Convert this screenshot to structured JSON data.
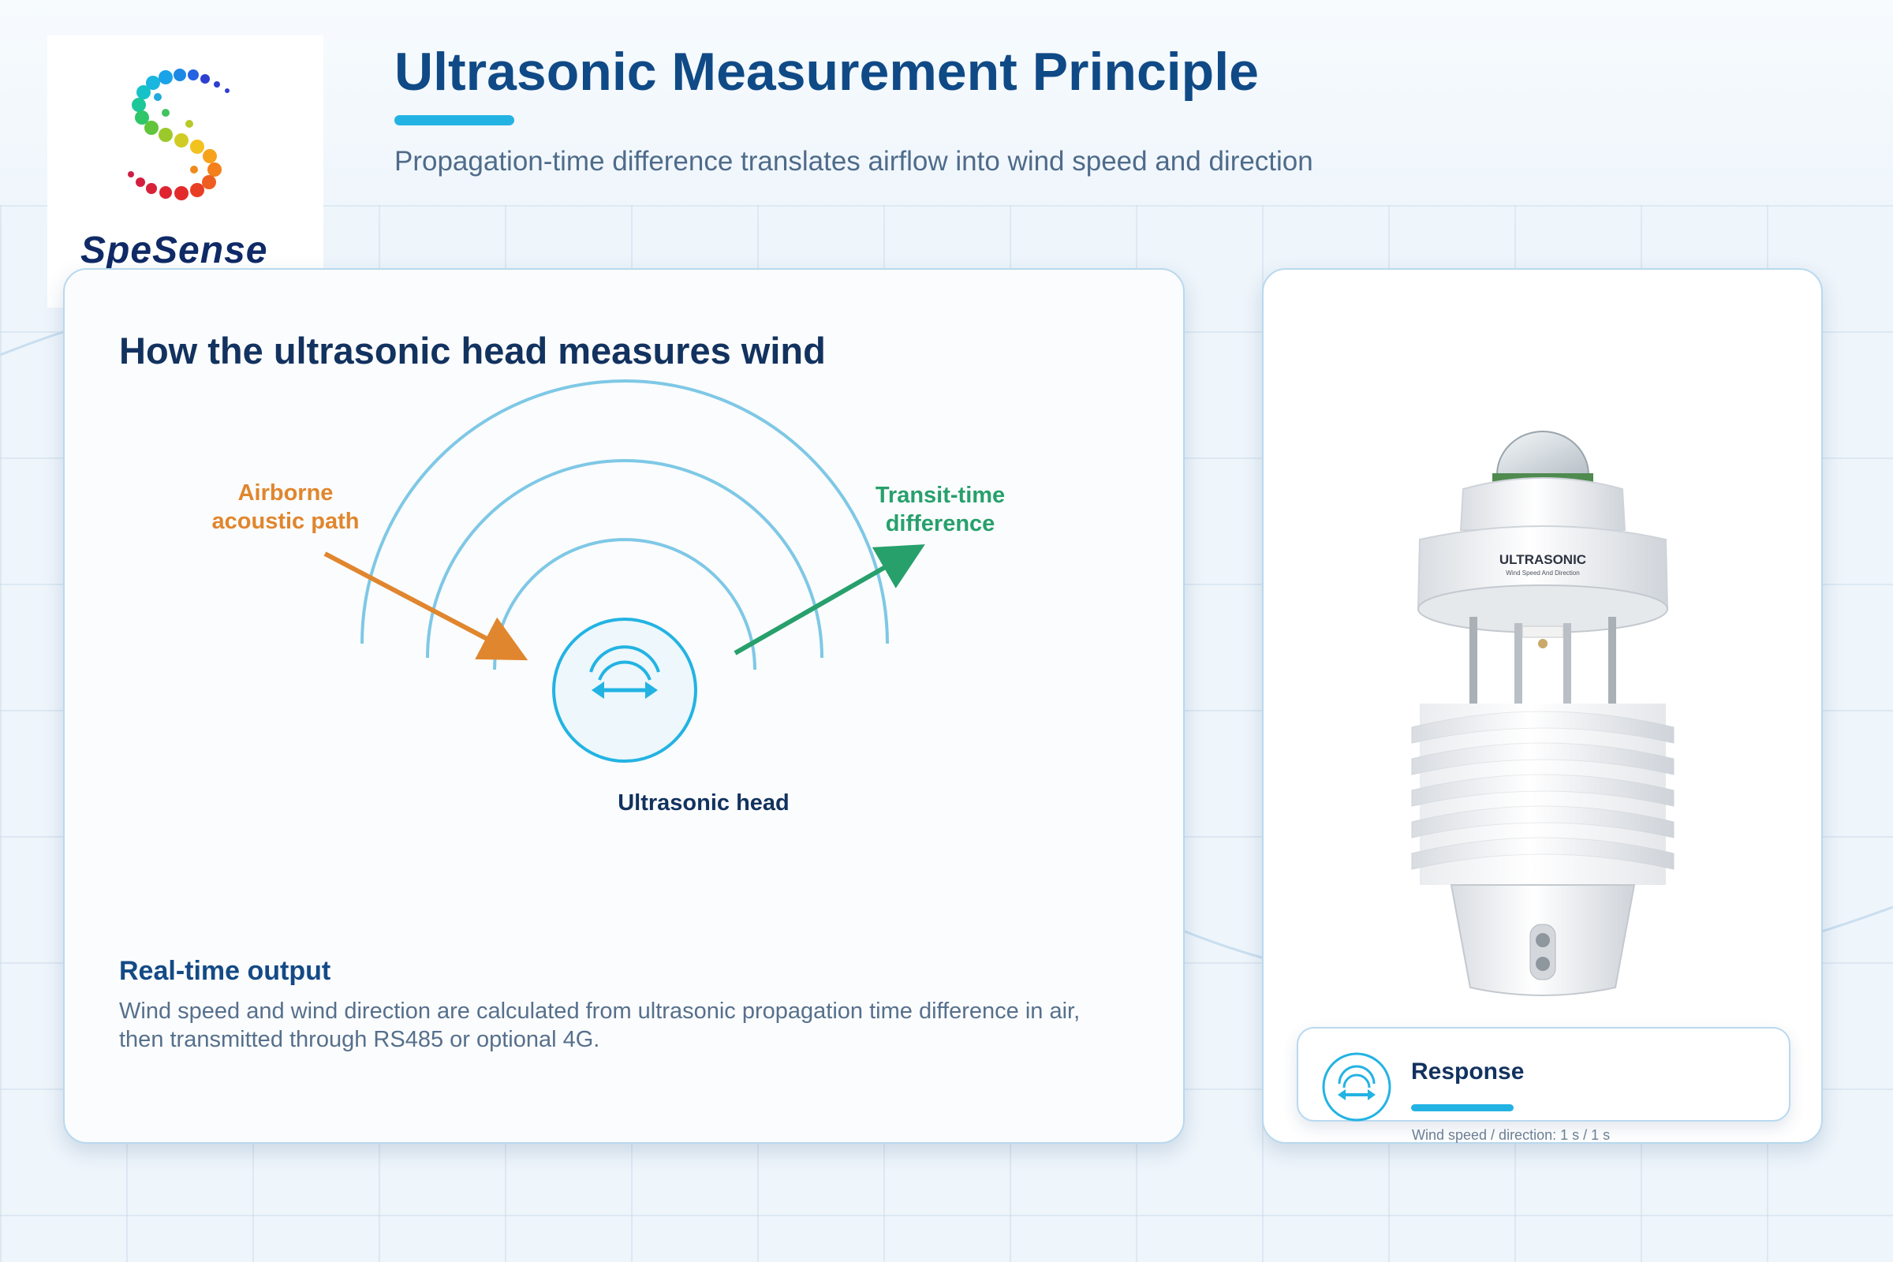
{
  "brand": {
    "name": "SpeSense"
  },
  "header": {
    "title": "Ultrasonic Measurement Principle",
    "subtitle": "Propagation-time difference translates airflow into wind speed and direction"
  },
  "diagram_card": {
    "heading": "How the ultrasonic head measures wind",
    "labels": {
      "airborne_line1": "Airborne",
      "airborne_line2": "acoustic path",
      "transit_line1": "Transit-time",
      "transit_line2": "difference",
      "head": "Ultrasonic head"
    },
    "output": {
      "title": "Real-time output",
      "text": "Wind speed and wind direction are calculated from ultrasonic propagation time difference in air, then transmitted through RS485 or optional 4G."
    }
  },
  "product_card": {
    "device_text": "ULTRASONIC",
    "device_subtext": "Wind Speed And Direction",
    "response": {
      "title": "Response",
      "detail": "Wind speed / direction: 1 s / 1 s"
    }
  },
  "colors": {
    "primary": "#0f4a86",
    "accent": "#23b3e3",
    "airborne": "#e0862e",
    "transit": "#27a06c",
    "wave": "#7ec8e6"
  },
  "icons": [
    "ultrasonic-head-icon",
    "response-icon",
    "brand-logo-icon"
  ]
}
